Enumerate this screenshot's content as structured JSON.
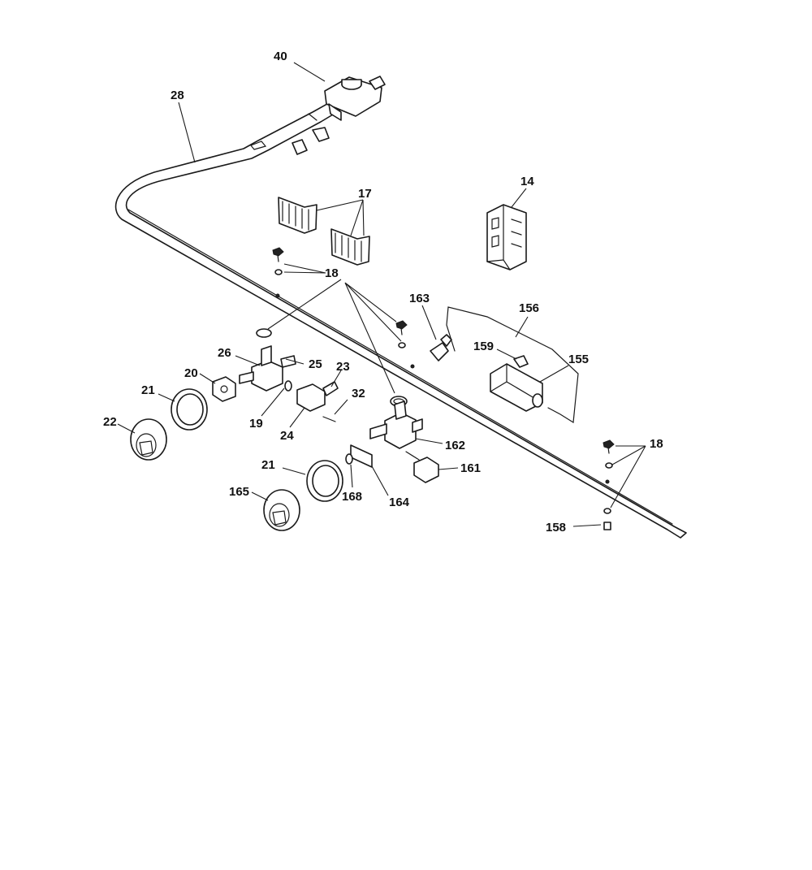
{
  "labels": {
    "l40": "40",
    "l28": "28",
    "l17": "17",
    "l14": "14",
    "l18a": "18",
    "l163": "163",
    "l156": "156",
    "l159": "159",
    "l155": "155",
    "l26": "26",
    "l25": "25",
    "l23": "23",
    "l20": "20",
    "l21a": "21",
    "l32": "32",
    "l22": "22",
    "l19": "19",
    "l24": "24",
    "l162": "162",
    "l21b": "21",
    "l161": "161",
    "l165": "165",
    "l168": "168",
    "l164": "164",
    "l18b": "18",
    "l158": "158"
  },
  "colors": {
    "line": "#1a1a1a",
    "background": "#ffffff"
  }
}
